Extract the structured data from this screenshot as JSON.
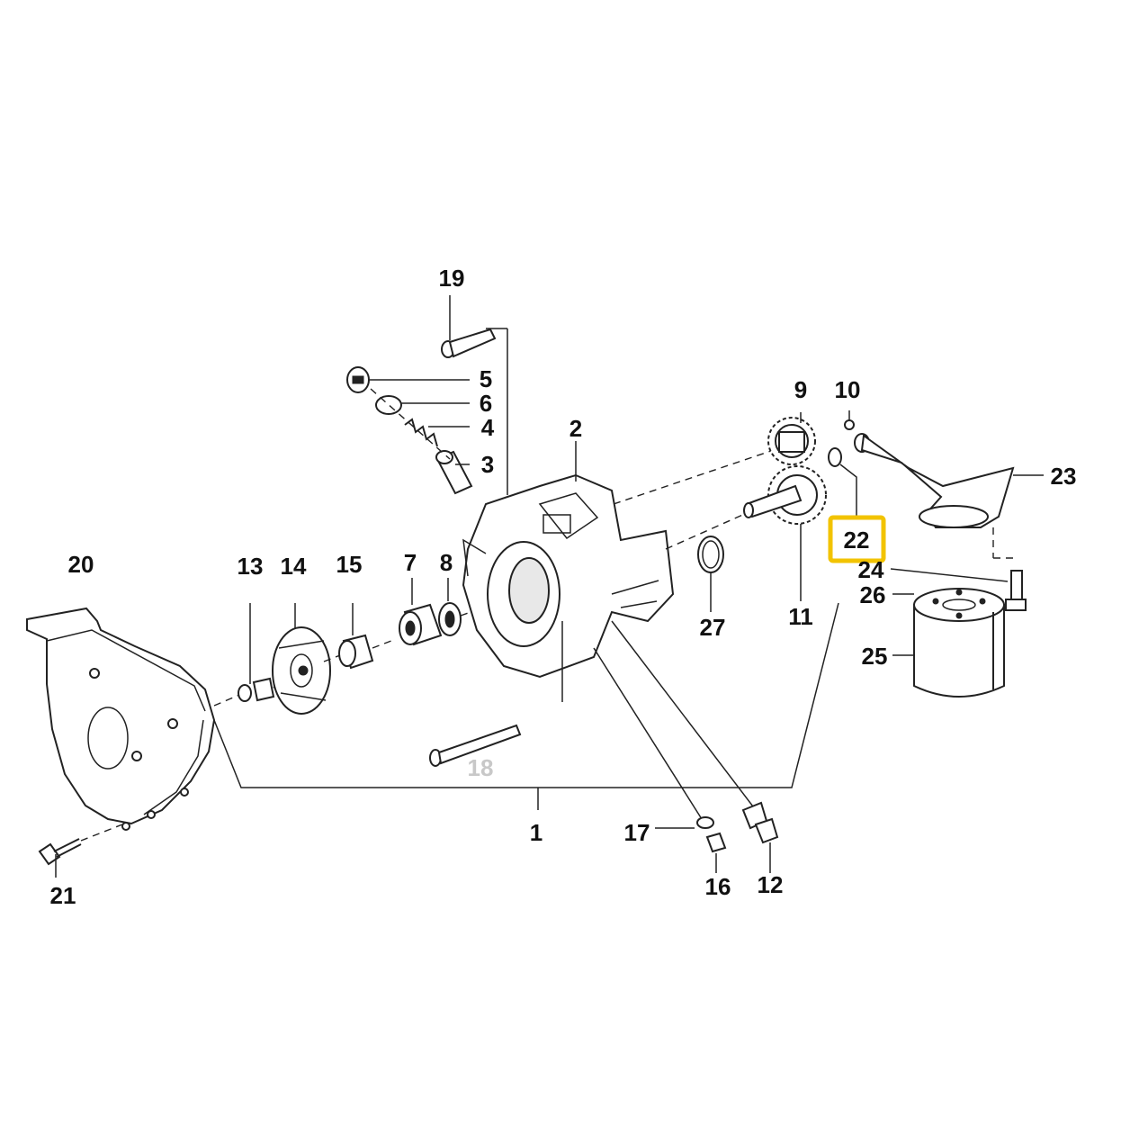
{
  "diagram": {
    "highlight_color": "#f2c300",
    "highlighted_part": "22",
    "part_numbers": {
      "p1": "1",
      "p2": "2",
      "p3": "3",
      "p4": "4",
      "p5": "5",
      "p6": "6",
      "p7": "7",
      "p8": "8",
      "p9": "9",
      "p10": "10",
      "p11": "11",
      "p12": "12",
      "p13": "13",
      "p14": "14",
      "p15": "15",
      "p16": "16",
      "p17": "17",
      "p18": "18",
      "p19": "19",
      "p20": "20",
      "p21": "21",
      "p22": "22",
      "p23": "23",
      "p24": "24",
      "p25": "25",
      "p26": "26",
      "p27": "27"
    }
  }
}
